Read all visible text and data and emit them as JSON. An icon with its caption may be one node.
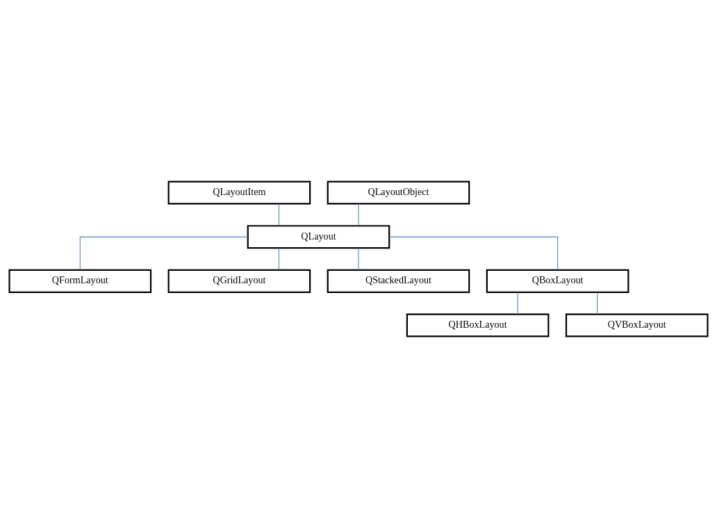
{
  "diagram": {
    "nodes": [
      {
        "text": [
          "QLayoutItem"
        ]
      },
      {
        "text": [
          "QLayoutObject"
        ]
      },
      {
        "text": [
          "QLayout"
        ]
      },
      {
        "text": [
          "QFormLayout"
        ]
      },
      {
        "text": [
          "QGridLayout"
        ]
      },
      {
        "text": [
          "QStackedLayout"
        ]
      },
      {
        "text": [
          "QBoxLayout"
        ]
      },
      {
        "text": [
          "QHBoxLayout"
        ]
      },
      {
        "text": [
          "QVBoxLayout"
        ]
      }
    ],
    "edges": [
      {
        "from": 0,
        "to": 2,
        "arrow": "none"
      },
      {
        "from": 1,
        "to": 2,
        "arrow": "none"
      },
      {
        "from": 2,
        "to": 3,
        "arrow": "none"
      },
      {
        "from": 2,
        "to": 4,
        "arrow": "none"
      },
      {
        "from": 2,
        "to": 5,
        "arrow": "none"
      },
      {
        "from": 2,
        "to": 6,
        "arrow": "none"
      },
      {
        "from": 6,
        "to": 7,
        "arrow": "none"
      },
      {
        "from": 6,
        "to": 8,
        "arrow": "none"
      }
    ]
  }
}
